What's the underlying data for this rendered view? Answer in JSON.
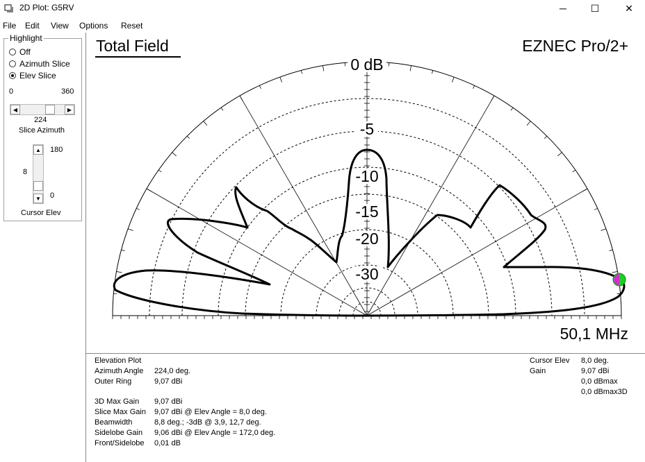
{
  "window": {
    "title": "2D Plot: G5RV",
    "minimize_glyph": "─",
    "maximize_glyph": "☐",
    "close_glyph": "✕"
  },
  "menu": [
    "File",
    "Edit",
    "View",
    "Options",
    "Reset"
  ],
  "left_panel": {
    "highlight_label": "Highlight",
    "radios": [
      {
        "label": "Off",
        "selected": false
      },
      {
        "label": "Azimuth Slice",
        "selected": false
      },
      {
        "label": "Elev Slice",
        "selected": true
      }
    ],
    "azimuth_min": "0",
    "azimuth_max": "360",
    "azimuth_value": "224",
    "slice_azimuth_label": "Slice Azimuth",
    "elev_max": "180",
    "elev_value": "8",
    "elev_min": "0",
    "cursor_elev_label": "Cursor Elev"
  },
  "plot": {
    "title": "Total Field",
    "product": "EZNEC Pro/2+",
    "frequency": "50,1 MHz",
    "ring_labels": [
      "0 dB",
      "-5",
      "-10",
      "-15",
      "-20",
      "-30"
    ]
  },
  "info_left": [
    {
      "label": "Elevation Plot",
      "value": ""
    },
    {
      "label": "Azimuth Angle",
      "value": "224,0 deg."
    },
    {
      "label": "Outer Ring",
      "value": "9,07 dBi"
    },
    {
      "label": "3D Max Gain",
      "value": "9,07 dBi"
    },
    {
      "label": "Slice Max Gain",
      "value": "9,07 dBi @ Elev Angle = 8,0 deg."
    },
    {
      "label": "Beamwidth",
      "value": "8,8 deg.; -3dB @ 3,9, 12,7 deg."
    },
    {
      "label": "Sidelobe Gain",
      "value": "9,06 dBi @ Elev Angle = 172,0 deg."
    },
    {
      "label": "Front/Sidelobe",
      "value": "0,01 dB"
    }
  ],
  "info_right": {
    "cursor_elev_label": "Cursor Elev",
    "cursor_elev_value": "8,0 deg.",
    "gain_label": "Gain",
    "gain_values": [
      "9,07 dBi",
      "0,0 dBmax",
      "0,0 dBmax3D"
    ]
  },
  "colors": {
    "pattern": "#000000",
    "cursor_marker": "#22cc22",
    "highlight_marker": "#cc33cc"
  }
}
